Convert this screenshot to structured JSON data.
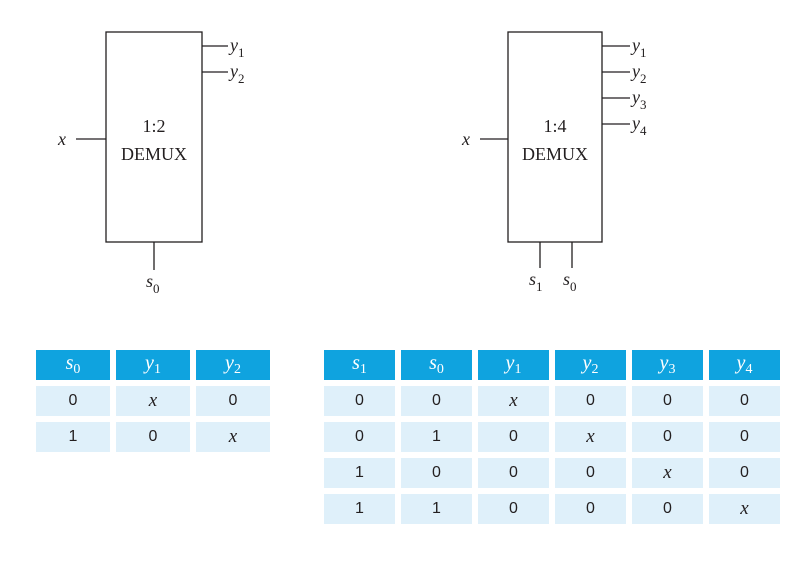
{
  "demux_1to2": {
    "line1": "1:2",
    "line2": "DEMUX",
    "input": "x",
    "outputs": [
      {
        "var": "y",
        "sub": "1"
      },
      {
        "var": "y",
        "sub": "2"
      }
    ],
    "selects": [
      {
        "var": "s",
        "sub": "0"
      }
    ]
  },
  "demux_1to4": {
    "line1": "1:4",
    "line2": "DEMUX",
    "input": "x",
    "outputs": [
      {
        "var": "y",
        "sub": "1"
      },
      {
        "var": "y",
        "sub": "2"
      },
      {
        "var": "y",
        "sub": "3"
      },
      {
        "var": "y",
        "sub": "4"
      }
    ],
    "selects": [
      {
        "var": "s",
        "sub": "1"
      },
      {
        "var": "s",
        "sub": "0"
      }
    ]
  },
  "table_1to2": {
    "headers": [
      {
        "var": "s",
        "sub": "0"
      },
      {
        "var": "y",
        "sub": "1"
      },
      {
        "var": "y",
        "sub": "2"
      }
    ],
    "rows": [
      [
        "0",
        "x",
        "0"
      ],
      [
        "1",
        "0",
        "x"
      ]
    ]
  },
  "table_1to4": {
    "headers": [
      {
        "var": "s",
        "sub": "1"
      },
      {
        "var": "s",
        "sub": "0"
      },
      {
        "var": "y",
        "sub": "1"
      },
      {
        "var": "y",
        "sub": "2"
      },
      {
        "var": "y",
        "sub": "3"
      },
      {
        "var": "y",
        "sub": "4"
      }
    ],
    "rows": [
      [
        "0",
        "0",
        "x",
        "0",
        "0",
        "0"
      ],
      [
        "0",
        "1",
        "0",
        "x",
        "0",
        "0"
      ],
      [
        "1",
        "0",
        "0",
        "0",
        "x",
        "0"
      ],
      [
        "1",
        "1",
        "0",
        "0",
        "0",
        "x"
      ]
    ]
  },
  "colors": {
    "header_bg": "#0fa3df",
    "cell_bg": "#dff0fa",
    "line": "#231f20"
  }
}
